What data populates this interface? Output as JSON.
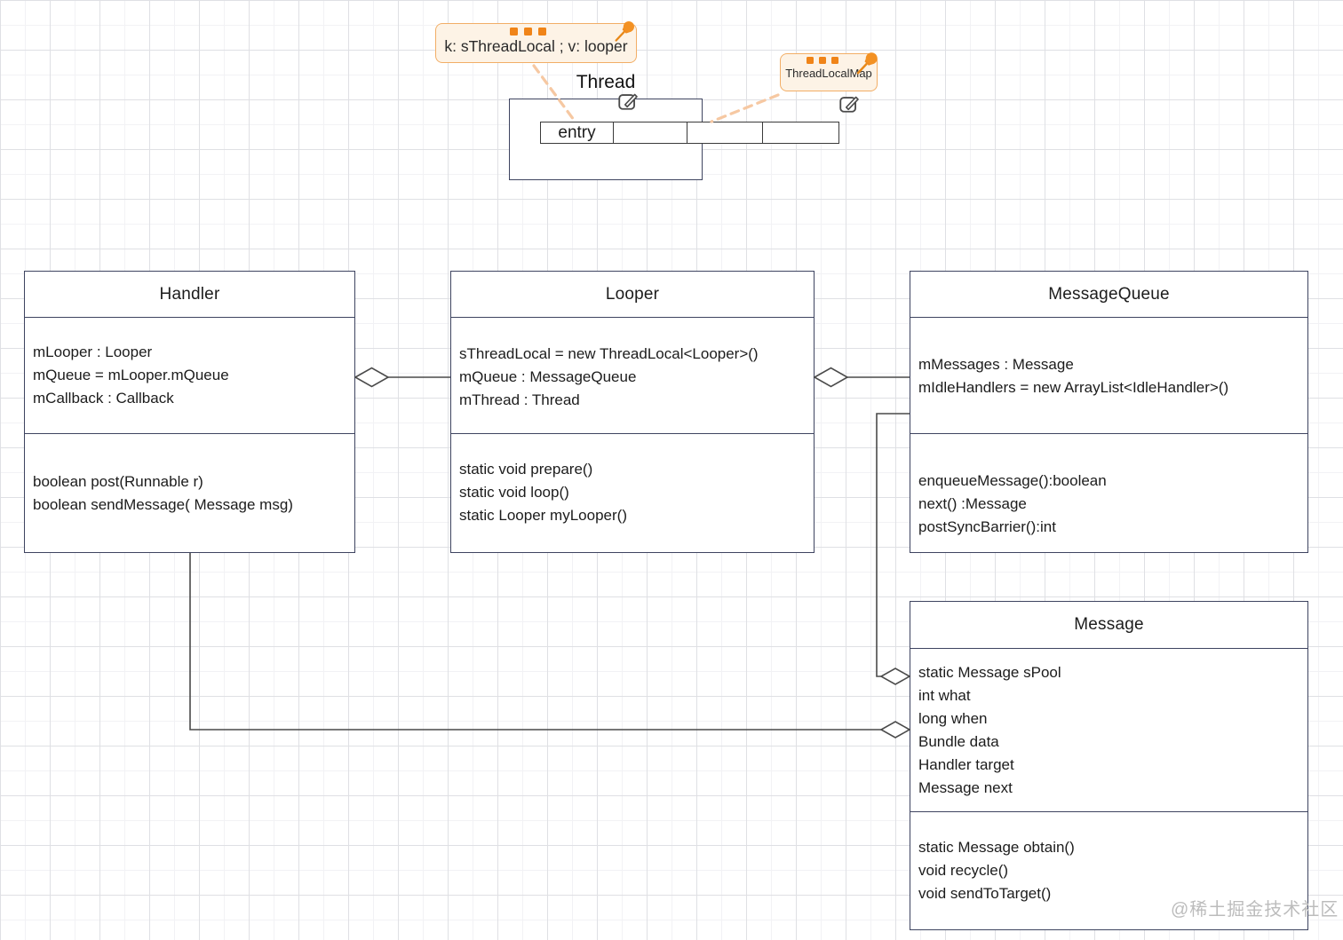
{
  "notes": {
    "kv": {
      "text": "k: sThreadLocal ; v: looper"
    },
    "threadLocalMap": {
      "text": "ThreadLocalMap"
    }
  },
  "thread": {
    "label": "Thread",
    "cells": [
      "entry",
      "",
      "",
      ""
    ]
  },
  "classes": {
    "handler": {
      "title": "Handler",
      "attributes": [
        "mLooper : Looper",
        "mQueue = mLooper.mQueue",
        "mCallback : Callback"
      ],
      "methods": [
        "boolean post(Runnable r)",
        "boolean sendMessage( Message msg)"
      ]
    },
    "looper": {
      "title": "Looper",
      "attributes": [
        "sThreadLocal = new ThreadLocal<Looper>()",
        "mQueue : MessageQueue",
        "mThread : Thread"
      ],
      "methods": [
        "static void prepare()",
        "static void loop()",
        "static Looper myLooper()"
      ]
    },
    "messageQueue": {
      "title": "MessageQueue",
      "attributes": [
        "mMessages : Message",
        "mIdleHandlers = new ArrayList<IdleHandler>()"
      ],
      "methods": [
        "enqueueMessage():boolean",
        "next() :Message",
        "postSyncBarrier():int"
      ]
    },
    "message": {
      "title": "Message",
      "attributes": [
        "static Message sPool",
        "int what",
        "long when",
        "Bundle data",
        "Handler target",
        "Message next"
      ],
      "methods": [
        "static Message obtain()",
        "void recycle()",
        "void sendToTarget()"
      ]
    }
  },
  "watermark": "@稀土掘金技术社区",
  "icons": {
    "pushpin": "pushpin-icon",
    "edit": "edit-pencil-icon"
  },
  "colors": {
    "accent_orange": "#f08418",
    "note_bg": "#fdf3e6",
    "note_border": "#f2ae66",
    "box_border": "#3e4460",
    "connector": "#4a4a4a",
    "dashed_connector": "#f6c8a2",
    "watermark": "#bcbcbc"
  }
}
